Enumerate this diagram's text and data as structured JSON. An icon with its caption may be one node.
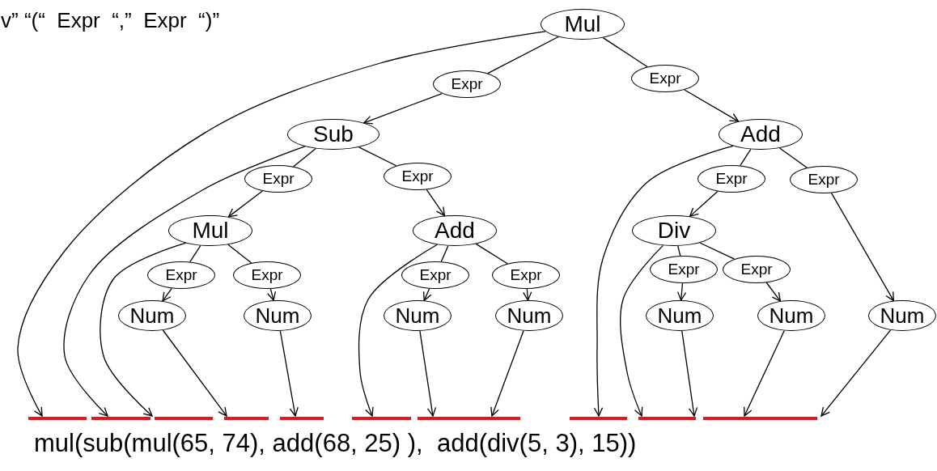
{
  "diagram": {
    "nodes": [
      {
        "text": [
          "Mul"
        ]
      },
      {
        "text": [
          "Expr"
        ]
      },
      {
        "text": [
          "Expr"
        ]
      },
      {
        "text": [
          "Sub"
        ]
      },
      {
        "text": [
          "Add"
        ]
      },
      {
        "text": [
          "Expr"
        ]
      },
      {
        "text": [
          "Expr"
        ]
      },
      {
        "text": [
          "Expr"
        ]
      },
      {
        "text": [
          "Expr"
        ]
      },
      {
        "text": [
          "Mul"
        ]
      },
      {
        "text": [
          "Add"
        ]
      },
      {
        "text": [
          "Div"
        ]
      },
      {
        "text": [
          "Expr"
        ]
      },
      {
        "text": [
          "Expr"
        ]
      },
      {
        "text": [
          "Expr"
        ]
      },
      {
        "text": [
          "Expr"
        ]
      },
      {
        "text": [
          "Expr"
        ]
      },
      {
        "text": [
          "Expr"
        ]
      },
      {
        "text": [
          "Num"
        ]
      },
      {
        "text": [
          "Num"
        ]
      },
      {
        "text": [
          "Num"
        ]
      },
      {
        "text": [
          "Num"
        ]
      },
      {
        "text": [
          "Num"
        ]
      },
      {
        "text": [
          "Num"
        ]
      },
      {
        "text": [
          "Num"
        ]
      },
      {
        "text": [],
        "shape": "bar"
      },
      {
        "text": [],
        "shape": "bar"
      },
      {
        "text": [],
        "shape": "bar"
      },
      {
        "text": [],
        "shape": "bar"
      },
      {
        "text": [],
        "shape": "bar"
      },
      {
        "text": [],
        "shape": "bar"
      },
      {
        "text": [],
        "shape": "bar"
      },
      {
        "text": [],
        "shape": "bar"
      },
      {
        "text": [],
        "shape": "bar"
      },
      {
        "text": [],
        "shape": "bar"
      }
    ],
    "edges": [
      {
        "from": 0,
        "to": 1,
        "arrow": "none"
      },
      {
        "from": 1,
        "to": 3,
        "arrow": "to"
      },
      {
        "from": 0,
        "to": 2,
        "arrow": "none"
      },
      {
        "from": 2,
        "to": 4,
        "arrow": "to"
      },
      {
        "from": 3,
        "to": 5,
        "arrow": "none"
      },
      {
        "from": 5,
        "to": 9,
        "arrow": "to"
      },
      {
        "from": 3,
        "to": 6,
        "arrow": "none"
      },
      {
        "from": 6,
        "to": 10,
        "arrow": "to"
      },
      {
        "from": 4,
        "to": 7,
        "arrow": "none"
      },
      {
        "from": 7,
        "to": 11,
        "arrow": "to"
      },
      {
        "from": 4,
        "to": 8,
        "arrow": "none"
      },
      {
        "from": 8,
        "to": 24,
        "arrow": "to"
      },
      {
        "from": 9,
        "to": 12,
        "arrow": "none"
      },
      {
        "from": 12,
        "to": 18,
        "arrow": "to"
      },
      {
        "from": 9,
        "to": 13,
        "arrow": "none"
      },
      {
        "from": 13,
        "to": 19,
        "arrow": "to"
      },
      {
        "from": 10,
        "to": 14,
        "arrow": "none"
      },
      {
        "from": 14,
        "to": 20,
        "arrow": "to"
      },
      {
        "from": 10,
        "to": 15,
        "arrow": "none"
      },
      {
        "from": 15,
        "to": 21,
        "arrow": "to"
      },
      {
        "from": 11,
        "to": 16,
        "arrow": "none"
      },
      {
        "from": 16,
        "to": 22,
        "arrow": "to"
      },
      {
        "from": 11,
        "to": 17,
        "arrow": "none"
      },
      {
        "from": 17,
        "to": 23,
        "arrow": "to"
      },
      {
        "from": 0,
        "to": 25,
        "arrow": "to"
      },
      {
        "from": 3,
        "to": 26,
        "arrow": "to"
      },
      {
        "from": 9,
        "to": 27,
        "arrow": "to"
      },
      {
        "from": 18,
        "to": 28,
        "arrow": "to"
      },
      {
        "from": 19,
        "to": 29,
        "arrow": "to"
      },
      {
        "from": 10,
        "to": 30,
        "arrow": "to"
      },
      {
        "from": 20,
        "to": 31,
        "arrow": "to"
      },
      {
        "from": 21,
        "to": 31,
        "arrow": "to"
      },
      {
        "from": 4,
        "to": 32,
        "arrow": "to"
      },
      {
        "from": 11,
        "to": 33,
        "arrow": "to"
      },
      {
        "from": 22,
        "to": 33,
        "arrow": "to"
      },
      {
        "from": 23,
        "to": 34,
        "arrow": "to"
      },
      {
        "from": 24,
        "to": 34,
        "arrow": "to"
      }
    ],
    "labels": [
      "v” “(“  Expr  “,”  Expr  “)”",
      "mul(sub(mul(65, 74), add(68, 25) ),  add(div(5, 3), 15))"
    ]
  }
}
